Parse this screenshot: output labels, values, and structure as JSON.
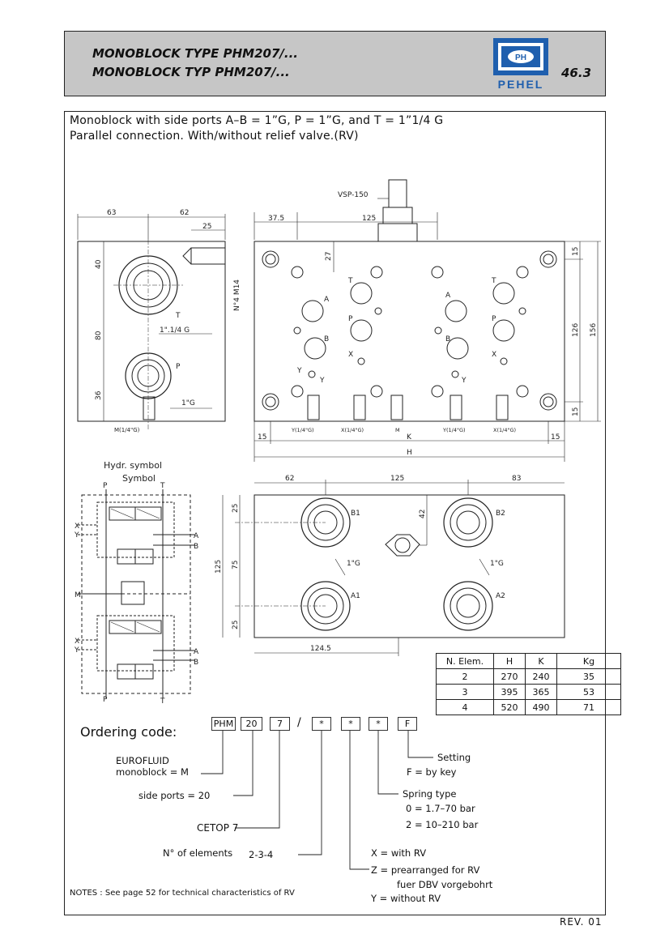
{
  "header": {
    "title_line1": "MONOBLOCK TYPE PHM207/...",
    "title_line2": "MONOBLOCK TYP PHM207/...",
    "logo_text": "PEHEL",
    "logo_mark": "PH",
    "page_number": "46.3",
    "colors": {
      "header_bg": "#c6c6c6",
      "logo_blue": "#1f5fae"
    }
  },
  "description": {
    "line1": "Monoblock with side ports A–B = 1”G, P = 1”G, and T = 1”1/4 G",
    "line2": "Parallel connection. With/without relief valve.(RV)"
  },
  "side_view": {
    "dim_top_left": "63",
    "dim_top_right": "62",
    "dim_25": "25",
    "dim_40": "40",
    "dim_80": "80",
    "dim_36": "36",
    "label_T": "T",
    "label_T_size": "1\".1/4 G",
    "label_P": "P",
    "label_P_size": "1\"G",
    "port_M": "M(1/4\"G)",
    "thread_label": "N°4 M14"
  },
  "front_view": {
    "valve": "VSP-150",
    "dim_375": "37.5",
    "dim_125": "125",
    "dim_27": "27",
    "dim_15a": "15",
    "dim_126": "126",
    "dim_156": "156",
    "dim_15b": "15",
    "dim_15_left": "15",
    "dim_15_right": "15",
    "dim_K": "K",
    "dim_H": "H",
    "ports_bottom": [
      "Y(1/4\"G)",
      "X(1/4\"G)",
      "M",
      "Y(1/4\"G)",
      "X(1/4\"G)"
    ],
    "labels": {
      "T": "T",
      "A": "A",
      "P": "P",
      "B": "B",
      "X": "X",
      "Y": "Y"
    }
  },
  "bottom_view": {
    "dim_62": "62",
    "dim_125": "125",
    "dim_83": "83",
    "dim_25a": "25",
    "dim_75": "75",
    "dim_25b": "25",
    "dim_125v": "125",
    "dim_42": "42",
    "dim_1245": "124.5",
    "ports": [
      "B1",
      "B2",
      "A1",
      "A2"
    ],
    "port_size": "1\"G"
  },
  "symbol": {
    "title1": "Hydr. symbol",
    "title2": "Symbol",
    "labels": {
      "P": "P",
      "T": "T",
      "X": "X",
      "Y": "Y",
      "A": "A",
      "B": "B",
      "M": "M"
    }
  },
  "elements_table": {
    "headers": [
      "N. Elem.",
      "H",
      "K",
      "Kg"
    ],
    "rows": [
      [
        "2",
        "270",
        "240",
        "35"
      ],
      [
        "3",
        "395",
        "365",
        "53"
      ],
      [
        "4",
        "520",
        "490",
        "71"
      ]
    ]
  },
  "ordering": {
    "title": "Ordering code:",
    "boxes": [
      "PHM",
      "20",
      "7",
      "/",
      "*",
      "*",
      "*",
      "F"
    ],
    "eurofluid_1": "EUROFLUID",
    "eurofluid_2": "monoblock = M",
    "side_ports": "side ports  = 20",
    "cetop": "CETOP 7",
    "elements_label": "N° of elements",
    "elements_value": "2-3-4",
    "setting": "Setting",
    "setting_f": "F = by key",
    "spring": "Spring type",
    "spring_0": "0  = 1.7–70 bar",
    "spring_2": "2  = 10–210 bar",
    "x_rv": "X  = with RV",
    "z_rv": "Z  = prearranged for RV",
    "z_rv_de": "fuer DBV vorgebohrt",
    "y_rv": "Y  = without RV"
  },
  "notes": "NOTES : See page 52 for technical characteristics of RV",
  "revision": "REV. 01"
}
